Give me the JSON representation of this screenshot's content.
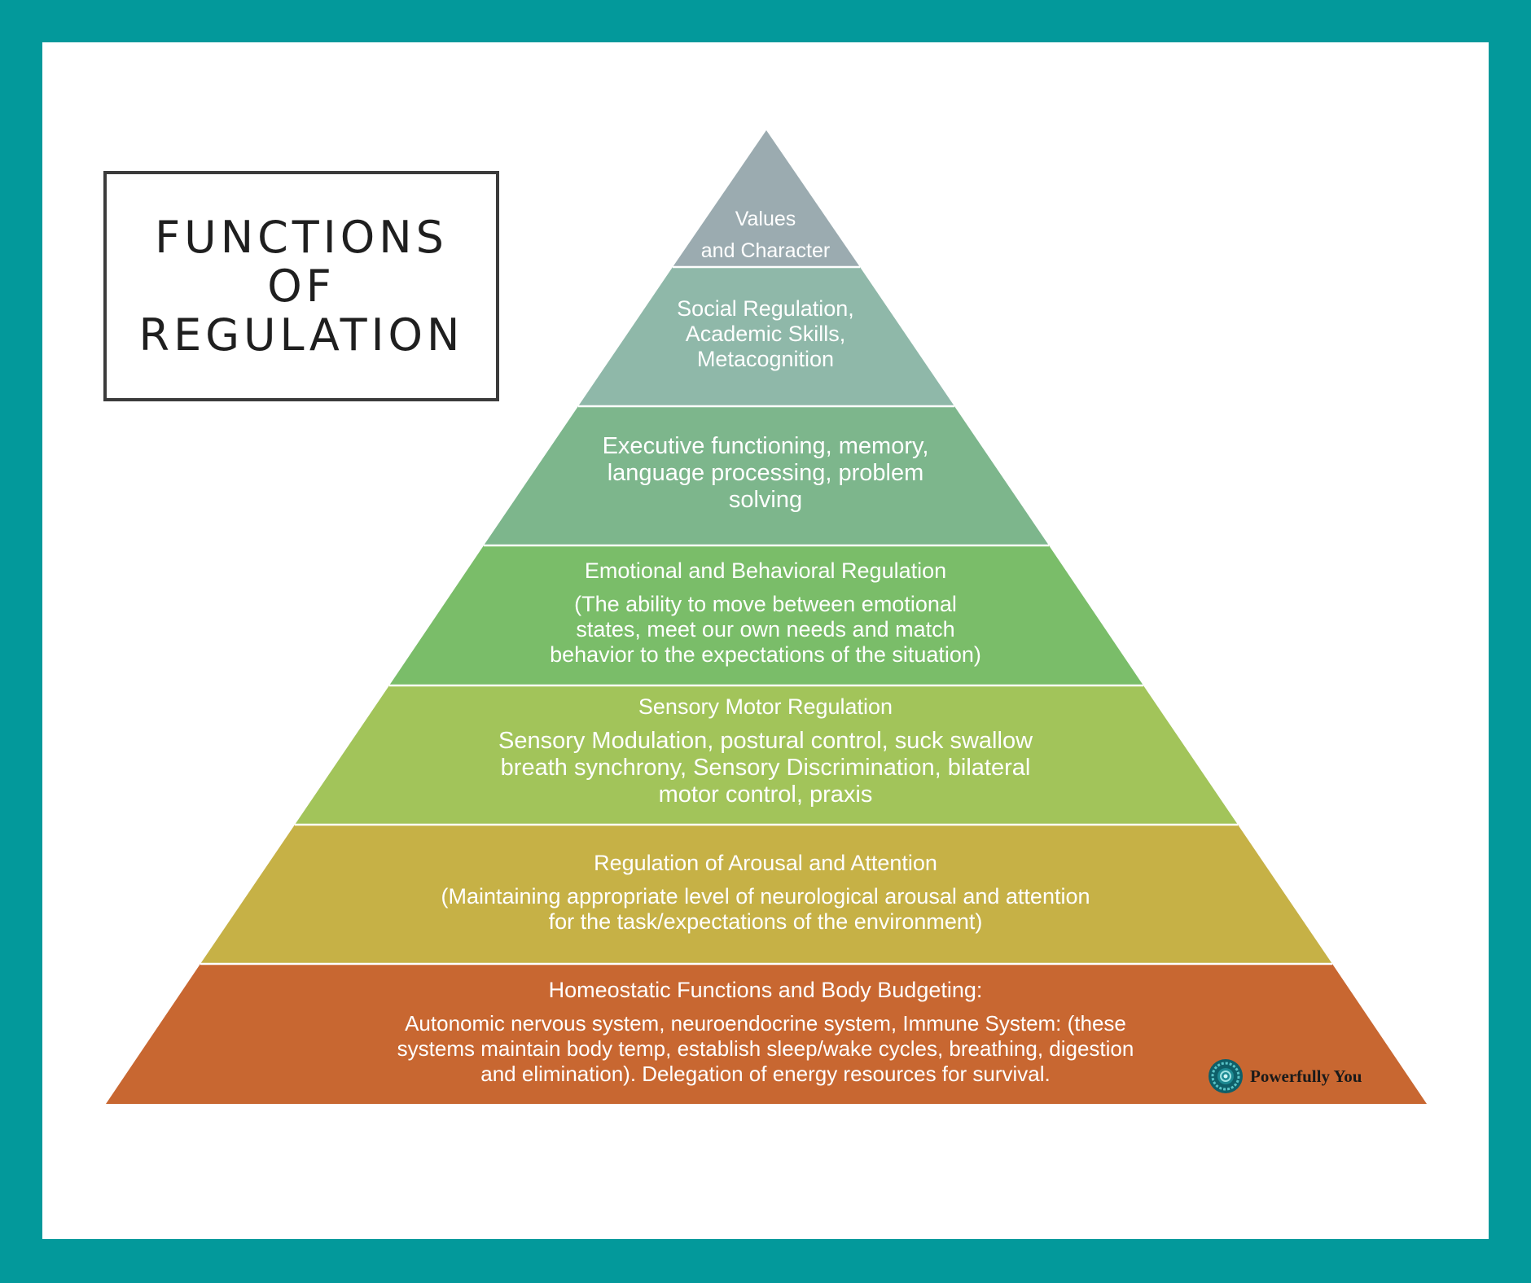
{
  "title": {
    "line1": "FUNCTIONS",
    "line2": "OF",
    "line3": "REGULATION"
  },
  "colors": {
    "border": "#03999B",
    "tier1": "#9BABB0",
    "tier2": "#8FB8A9",
    "tier3": "#7DB68C",
    "tier4": "#7ABD69",
    "tier5": "#A2C45A",
    "tier6": "#C6B146",
    "tier7": "#C86731"
  },
  "tiers": {
    "t1": {
      "line1": "Values",
      "line2": "and Character"
    },
    "t2": {
      "line1": "Social Regulation,",
      "line2": "Academic Skills,",
      "line3": "Metacognition"
    },
    "t3": {
      "line1": "Executive functioning, memory,",
      "line2": "language processing, problem",
      "line3": "solving"
    },
    "t4": {
      "heading": "Emotional  and Behavioral Regulation",
      "line1": "(The ability to move between emotional",
      "line2": "states, meet our own needs and match",
      "line3": "behavior to the expectations of the situation)"
    },
    "t5": {
      "heading": "Sensory  Motor Regulation",
      "line1": "Sensory Modulation, postural control, suck swallow",
      "line2": "breath synchrony, Sensory Discrimination, bilateral",
      "line3": "motor control, praxis"
    },
    "t6": {
      "heading": "Regulation of Arousal and Attention",
      "line1": "(Maintaining appropriate level of neurological arousal and attention",
      "line2": "for the task/expectations of the environment)"
    },
    "t7": {
      "heading": "Homeostatic Functions and Body Budgeting:",
      "line1": "Autonomic nervous system, neuroendocrine system, Immune System: (these",
      "line2": "systems maintain body temp, establish sleep/wake cycles, breathing, digestion",
      "line3": "and elimination). Delegation of energy resources for survival."
    }
  },
  "logo": {
    "text": "Powerfully You",
    "icon": "mandala-icon"
  }
}
